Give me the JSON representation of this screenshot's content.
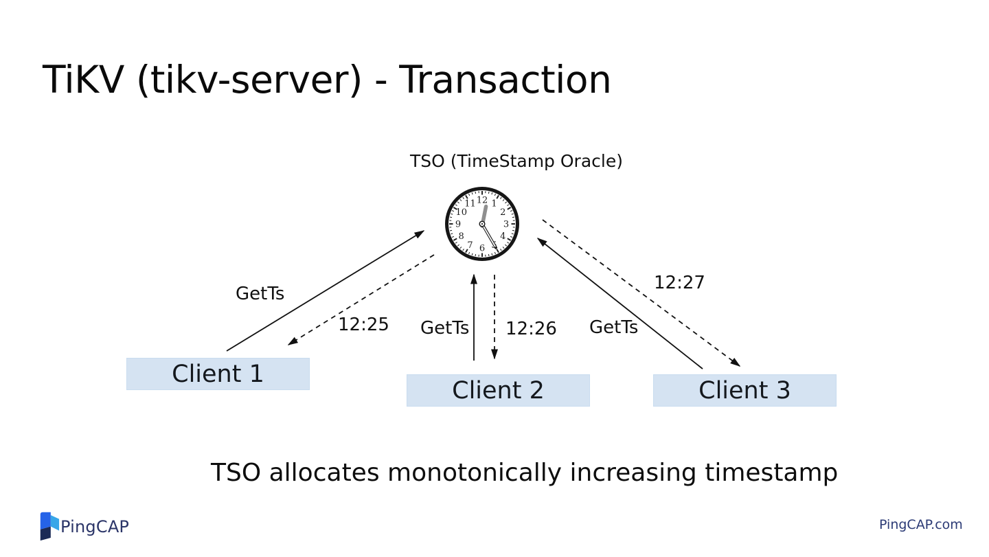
{
  "slide": {
    "title": "TiKV (tikv-server) - Transaction",
    "caption": "TSO allocates monotonically increasing timestamp"
  },
  "tso": {
    "label": "TSO (TimeStamp Oracle)",
    "icon": "analog-clock",
    "clock_time": "12:25",
    "clock_numbers": [
      "12",
      "1",
      "2",
      "3",
      "4",
      "5",
      "6",
      "7",
      "8",
      "9",
      "10",
      "11"
    ]
  },
  "clients": [
    {
      "label": "Client 1",
      "request": "GetTs",
      "response": "12:25"
    },
    {
      "label": "Client 2",
      "request": "GetTs",
      "response": "12:26"
    },
    {
      "label": "Client 3",
      "request": "GetTs",
      "response": "12:27"
    }
  ],
  "footer": {
    "brand": "PingCAP",
    "website": "PingCAP.com"
  },
  "colors": {
    "client_box_fill": "#d5e3f2",
    "client_box_border": "#c9dcef",
    "line": "#111111",
    "brand_navy": "#2b3568",
    "brand_blue": "#2563e8",
    "brand_cyan": "#38a6e8"
  }
}
